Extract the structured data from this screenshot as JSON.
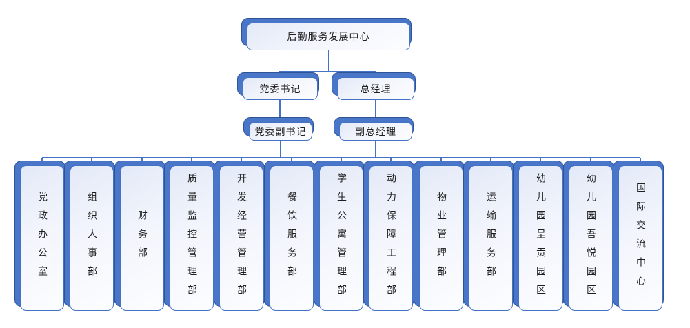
{
  "org": {
    "root": {
      "label": "后勤服务发展中心"
    },
    "level2": [
      {
        "label": "党委书记"
      },
      {
        "label": "总经理"
      }
    ],
    "level3": [
      {
        "label": "党委副书记"
      },
      {
        "label": "副总经理"
      }
    ],
    "departments": [
      {
        "label": "党政办公室"
      },
      {
        "label": "组织人事部"
      },
      {
        "label": "财务部"
      },
      {
        "label": "质量监控管理部"
      },
      {
        "label": "开发经营管理部"
      },
      {
        "label": "餐饮服务部"
      },
      {
        "label": "学生公寓管理部"
      },
      {
        "label": "动力保障工程部"
      },
      {
        "label": "物业管理部"
      },
      {
        "label": "运输服务部"
      },
      {
        "label": "幼儿园呈贡园区"
      },
      {
        "label": "幼儿园吾悦园区"
      },
      {
        "label": "国际交流中心"
      }
    ]
  },
  "colors": {
    "node_border": "#4472C4",
    "node_back_fill": "#4A76CA",
    "node_back_border": "#2F5496",
    "node_face_top": "#E3E9F7",
    "node_face_bottom": "#FCFDFF",
    "connector": "#4472C4",
    "text": "#1F1F1F",
    "background": "#FFFFFF"
  }
}
